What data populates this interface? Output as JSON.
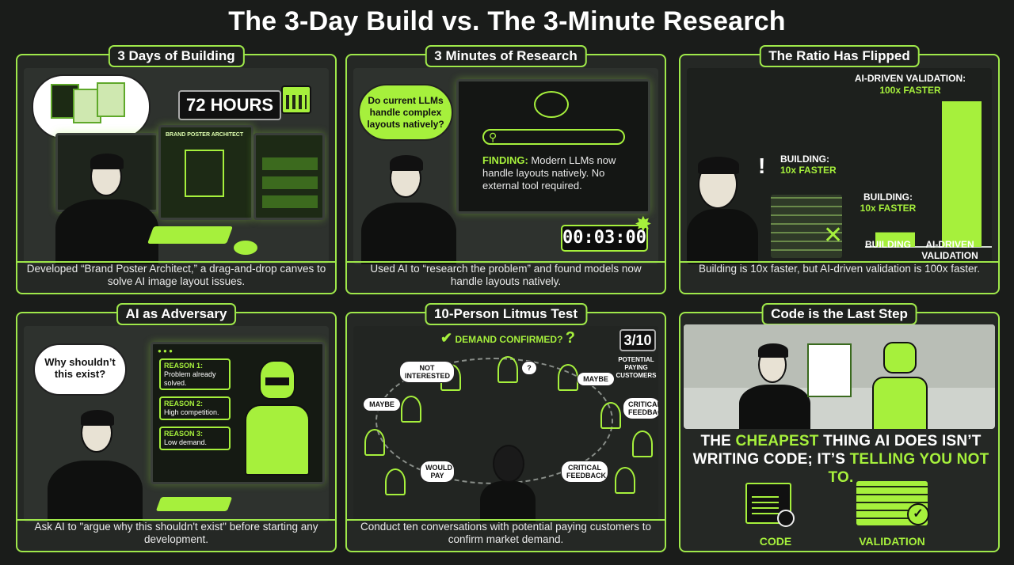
{
  "title": "The 3-Day Build vs. The 3-Minute Research",
  "panels": {
    "p1": {
      "title": "3 Days of Building",
      "hours": "72 HOURS",
      "app_name": "BRAND POSTER ARCHITECT",
      "caption": "Developed “Brand Poster Architect,” a drag-and-drop canves to solve AI image layout issues."
    },
    "p2": {
      "title": "3 Minutes of Research",
      "question": "Do current LLMs handle complex layouts natively?",
      "finding_label": "FINDING:",
      "finding_text": "Modern LLMs now handle layouts natively. No external tool required.",
      "timer": "00:03:00",
      "caption": "Used AI to “research the problem” and found models now handle layouts natively."
    },
    "p3": {
      "title": "The Ratio Has Flipped",
      "label_top": "AI-DRIVEN VALIDATION:",
      "label_top_value": "100x FASTER",
      "label_side": "BUILDING:",
      "label_side_value": "10x FASTER",
      "bar_label_value": "BUILDING:",
      "bar_label_value2": "10x FASTER",
      "axis_building": "BUILDING",
      "axis_ai": "AI-DRIVEN VALIDATION",
      "caption": "Building is 10x faster, but AI-driven validation is 100x faster."
    },
    "p4": {
      "title": "AI as Adversary",
      "question": "Why shouldn’t this exist?",
      "reason1_label": "REASON 1:",
      "reason1_text": "Problem already solved.",
      "reason2_label": "REASON 2:",
      "reason2_text": "High competition.",
      "reason3_label": "REASON 3:",
      "reason3_text": "Low demand.",
      "caption": "Ask AI to \"argue why this shouldn't exist\" before starting any development."
    },
    "p5": {
      "title": "10-Person Litmus Test",
      "demand": "DEMAND CONFIRMED?",
      "count": "3/10",
      "count_label": "POTENTIAL PAYING CUSTOMERS",
      "tags": [
        "NOT INTERESTED",
        "MAYBE",
        "MAYBE",
        "CRITICAL FEEDBACK",
        "WOULD PAY",
        "CRITICAL FEEDBACK",
        "?"
      ],
      "caption": "Conduct ten conversations with potential paying customers to confirm market demand."
    },
    "p6": {
      "title": "Code is the Last Step",
      "slogan_1": "THE ",
      "slogan_2": "CHEAPEST",
      "slogan_3": " THING AI DOES ISN’T",
      "slogan_4": "WRITING CODE; IT’S ",
      "slogan_5": "TELLING YOU NOT TO.",
      "code_label": "CODE",
      "validation_label": "VALIDATION"
    }
  },
  "colors": {
    "accent": "#a6f03c",
    "background": "#1a1c1a",
    "panel": "#252825"
  },
  "chart_data": {
    "type": "bar",
    "categories": [
      "BUILDING",
      "AI-DRIVEN VALIDATION"
    ],
    "values": [
      10,
      100
    ],
    "title": "The Ratio Has Flipped",
    "xlabel": "",
    "ylabel": "",
    "ylim": [
      0,
      100
    ]
  }
}
